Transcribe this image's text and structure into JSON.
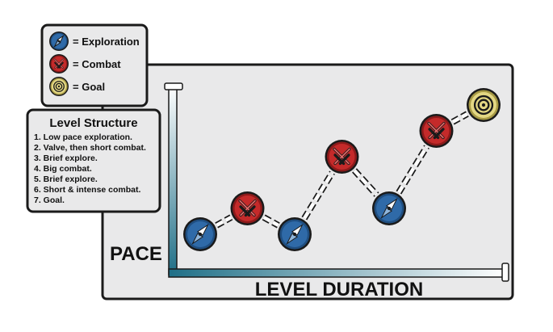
{
  "legend": {
    "items": [
      {
        "label": "= Exploration",
        "icon": "compass-icon",
        "kind": "exploration"
      },
      {
        "label": "= Combat",
        "icon": "crossed-swords-icon",
        "kind": "combat"
      },
      {
        "label": "= Goal",
        "icon": "target-icon",
        "kind": "goal"
      }
    ]
  },
  "structure": {
    "title": "Level Structure",
    "steps": [
      "1. Low pace exploration.",
      "2. Valve, then short combat.",
      "3. Brief explore.",
      "4. Big combat.",
      "5. Brief explore.",
      "6. Short & intense combat.",
      "7. Goal."
    ]
  },
  "axes": {
    "y_label": "PACE",
    "x_label": "LEVEL DURATION"
  },
  "nodes": [
    {
      "kind": "exploration",
      "pace": 1,
      "step": 1
    },
    {
      "kind": "combat",
      "pace": 2,
      "step": 2
    },
    {
      "kind": "exploration",
      "pace": 1,
      "step": 3
    },
    {
      "kind": "combat",
      "pace": 4,
      "step": 4
    },
    {
      "kind": "exploration",
      "pace": 2,
      "step": 5
    },
    {
      "kind": "combat",
      "pace": 5,
      "step": 6
    },
    {
      "kind": "goal",
      "pace": 6,
      "step": 7
    }
  ],
  "colors": {
    "exploration_fill": "#2f6aa8",
    "exploration_ring": "#1f4e80",
    "combat_fill": "#c42a2a",
    "combat_ring": "#8c1a1a",
    "goal_fill": "#e3d783",
    "goal_ring": "#a79a45",
    "axis": "#37a3bd",
    "panel_bg": "#e9e9ea",
    "outline": "#1a1a1a"
  }
}
